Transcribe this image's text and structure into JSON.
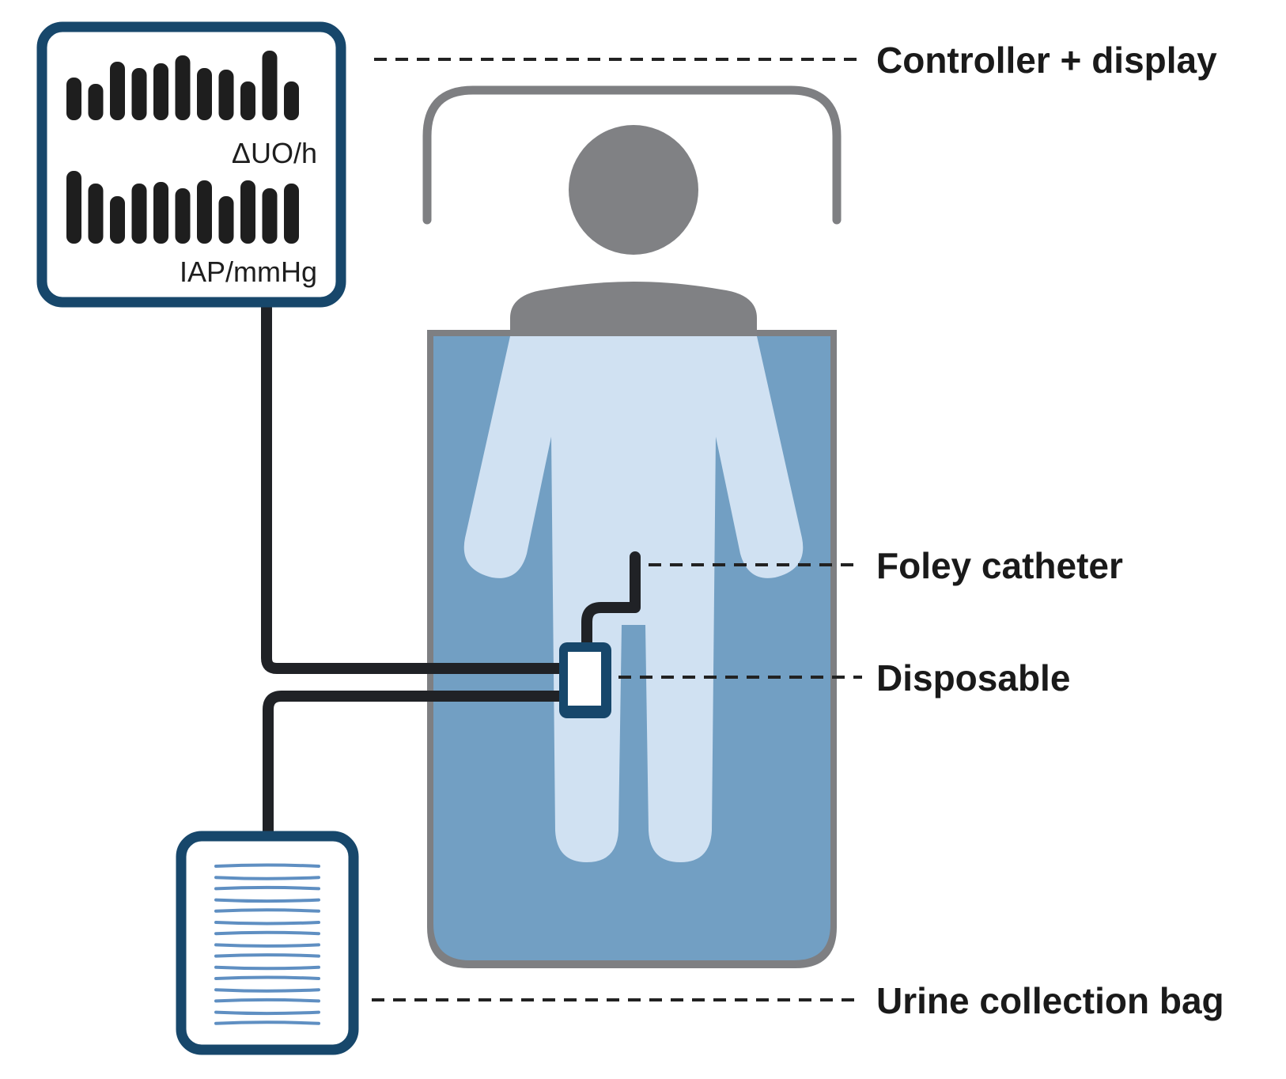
{
  "controller": {
    "label": "Controller + display",
    "screen_label_top": "ΔUO/h",
    "screen_label_bottom": "IAP/mmHg"
  },
  "foley": {
    "label": "Foley catheter"
  },
  "disposable": {
    "label": "Disposable"
  },
  "bag": {
    "label": "Urine collection bag"
  },
  "colors": {
    "frame": "#17476b",
    "blanket": "#729fc3",
    "body": "#d0e1f2",
    "patient_head": "#808184",
    "bed_frame": "#7e7f82",
    "tube": "#202226",
    "bag_lines": "#5f8fc2"
  }
}
